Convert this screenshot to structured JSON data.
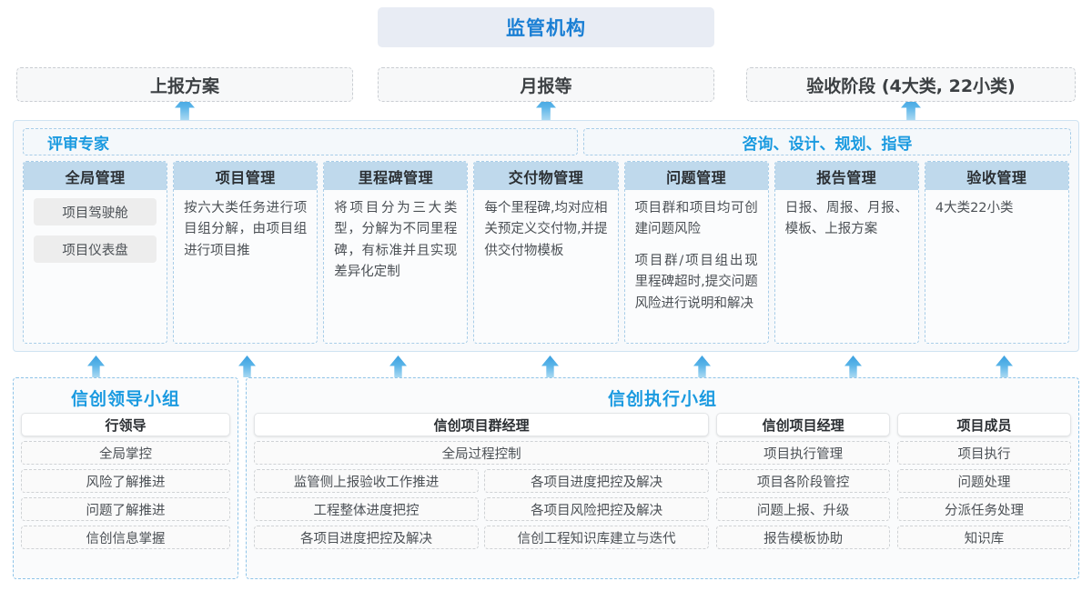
{
  "top": {
    "regulator": "监管机构"
  },
  "reports": [
    {
      "label": "上报方案"
    },
    {
      "label": "月报等"
    },
    {
      "label": "验收阶段 (4大类, 22小类)"
    }
  ],
  "middle": {
    "role_left": "评审专家",
    "role_right": "咨询、设计、规划、指导",
    "columns": [
      {
        "title": "全局管理",
        "pills": [
          "项目驾驶舱",
          "项目仪表盘"
        ],
        "paragraphs": []
      },
      {
        "title": "项目管理",
        "pills": [],
        "paragraphs": [
          "按六大类任务进行项目组分解，由项目组进行项目推"
        ]
      },
      {
        "title": "里程碑管理",
        "pills": [],
        "paragraphs": [
          "将项目分为三大类型，分解为不同里程碑，有标准并且实现差异化定制"
        ]
      },
      {
        "title": "交付物管理",
        "pills": [],
        "paragraphs": [
          "每个里程碑,均对应相关预定义交付物,并提供交付物模板"
        ]
      },
      {
        "title": "问题管理",
        "pills": [],
        "paragraphs": [
          "项目群和项目均可创建问题风险",
          "项目群/项目组出现里程碑超时,提交问题风险进行说明和解决"
        ]
      },
      {
        "title": "报告管理",
        "pills": [],
        "paragraphs": [
          "日报、周报、月报、模板、上报方案"
        ]
      },
      {
        "title": "验收管理",
        "pills": [],
        "paragraphs": [
          "4大类22小类"
        ]
      }
    ]
  },
  "bottom": {
    "leader_group": {
      "title": "信创领导小组",
      "head": "行领导",
      "items": [
        "全局掌控",
        "风险了解推进",
        "问题了解推进",
        "信创信息掌握"
      ]
    },
    "exec_group": {
      "title": "信创执行小组",
      "program_manager": {
        "head": "信创项目群经理",
        "full_width_item": "全局过程控制",
        "left_items": [
          "监管侧上报验收工作推进",
          "工程整体进度把控",
          "各项目进度把控及解决"
        ],
        "right_items": [
          "各项目进度把控及解决",
          "各项目风险把控及解决",
          "信创工程知识库建立与迭代"
        ]
      },
      "project_manager": {
        "head": "信创项目经理",
        "items": [
          "项目执行管理",
          "项目各阶段管控",
          "问题上报、升级",
          "报告模板协助"
        ]
      },
      "member": {
        "head": "项目成员",
        "items": [
          "项目执行",
          "问题处理",
          "分派任务处理",
          "知识库"
        ]
      }
    }
  },
  "colors": {
    "accent_blue": "#1a9ae0",
    "header_blue": "#1a7fd4",
    "col_head_bg": "#bfd9ec",
    "banner_bg": "#e8ecf4"
  }
}
